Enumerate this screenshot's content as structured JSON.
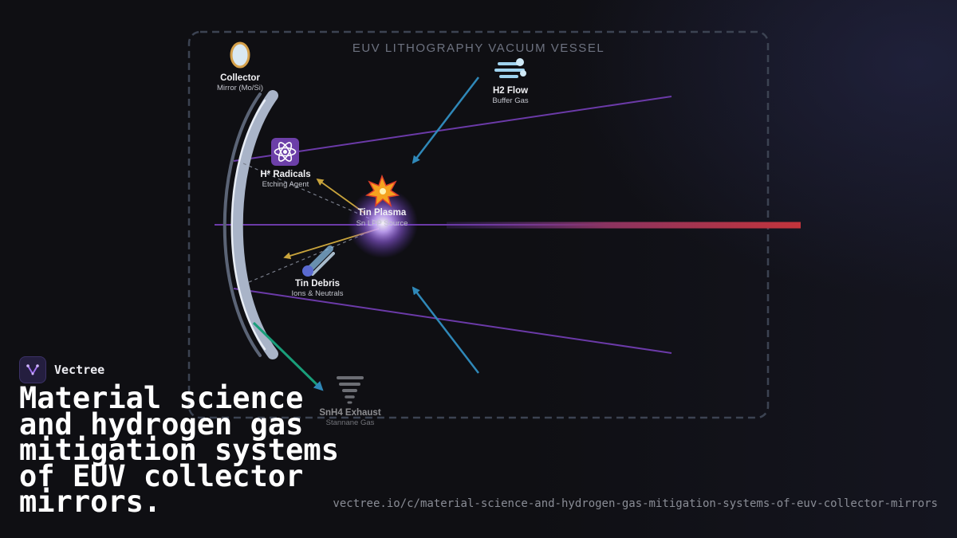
{
  "diagram": {
    "vessel_title": "EUV LITHOGRAPHY VACUUM VESSEL",
    "nodes": {
      "collector": {
        "label": "Collector",
        "sub": "Mirror (Mo/Si)",
        "icon": "mirror-icon"
      },
      "h2flow": {
        "label": "H2 Flow",
        "sub": "Buffer Gas",
        "icon": "wind-icon"
      },
      "radicals": {
        "label": "H* Radicals",
        "sub": "Etching Agent",
        "icon": "atom-icon"
      },
      "plasma": {
        "label": "Tin Plasma",
        "sub": "Sn LPP Source",
        "icon": "explosion-icon"
      },
      "debris": {
        "label": "Tin Debris",
        "sub": "Ions & Neutrals",
        "icon": "comet-icon"
      },
      "exhaust": {
        "label": "SnH4 Exhaust",
        "sub": "Stannane Gas",
        "icon": "tornado-icon"
      }
    },
    "colors": {
      "euv_rays": "#6b3aa8",
      "laser": "#c0323a",
      "h2_arrows": "#2f88b8",
      "exhaust_arrow": "#1a9e7a",
      "debris_arrows": "#c9a43c",
      "mirror": "#a9b4c8",
      "plasma_glow": "#a575ff"
    }
  },
  "brand": {
    "name": "Vectree",
    "icon": "vectree-logo-icon"
  },
  "headline": "Material science and hydrogen gas mitigation systems of EUV collector mirrors.",
  "url": "vectree.io/c/material-science-and-hydrogen-gas-mitigation-systems-of-euv-collector-mirrors"
}
